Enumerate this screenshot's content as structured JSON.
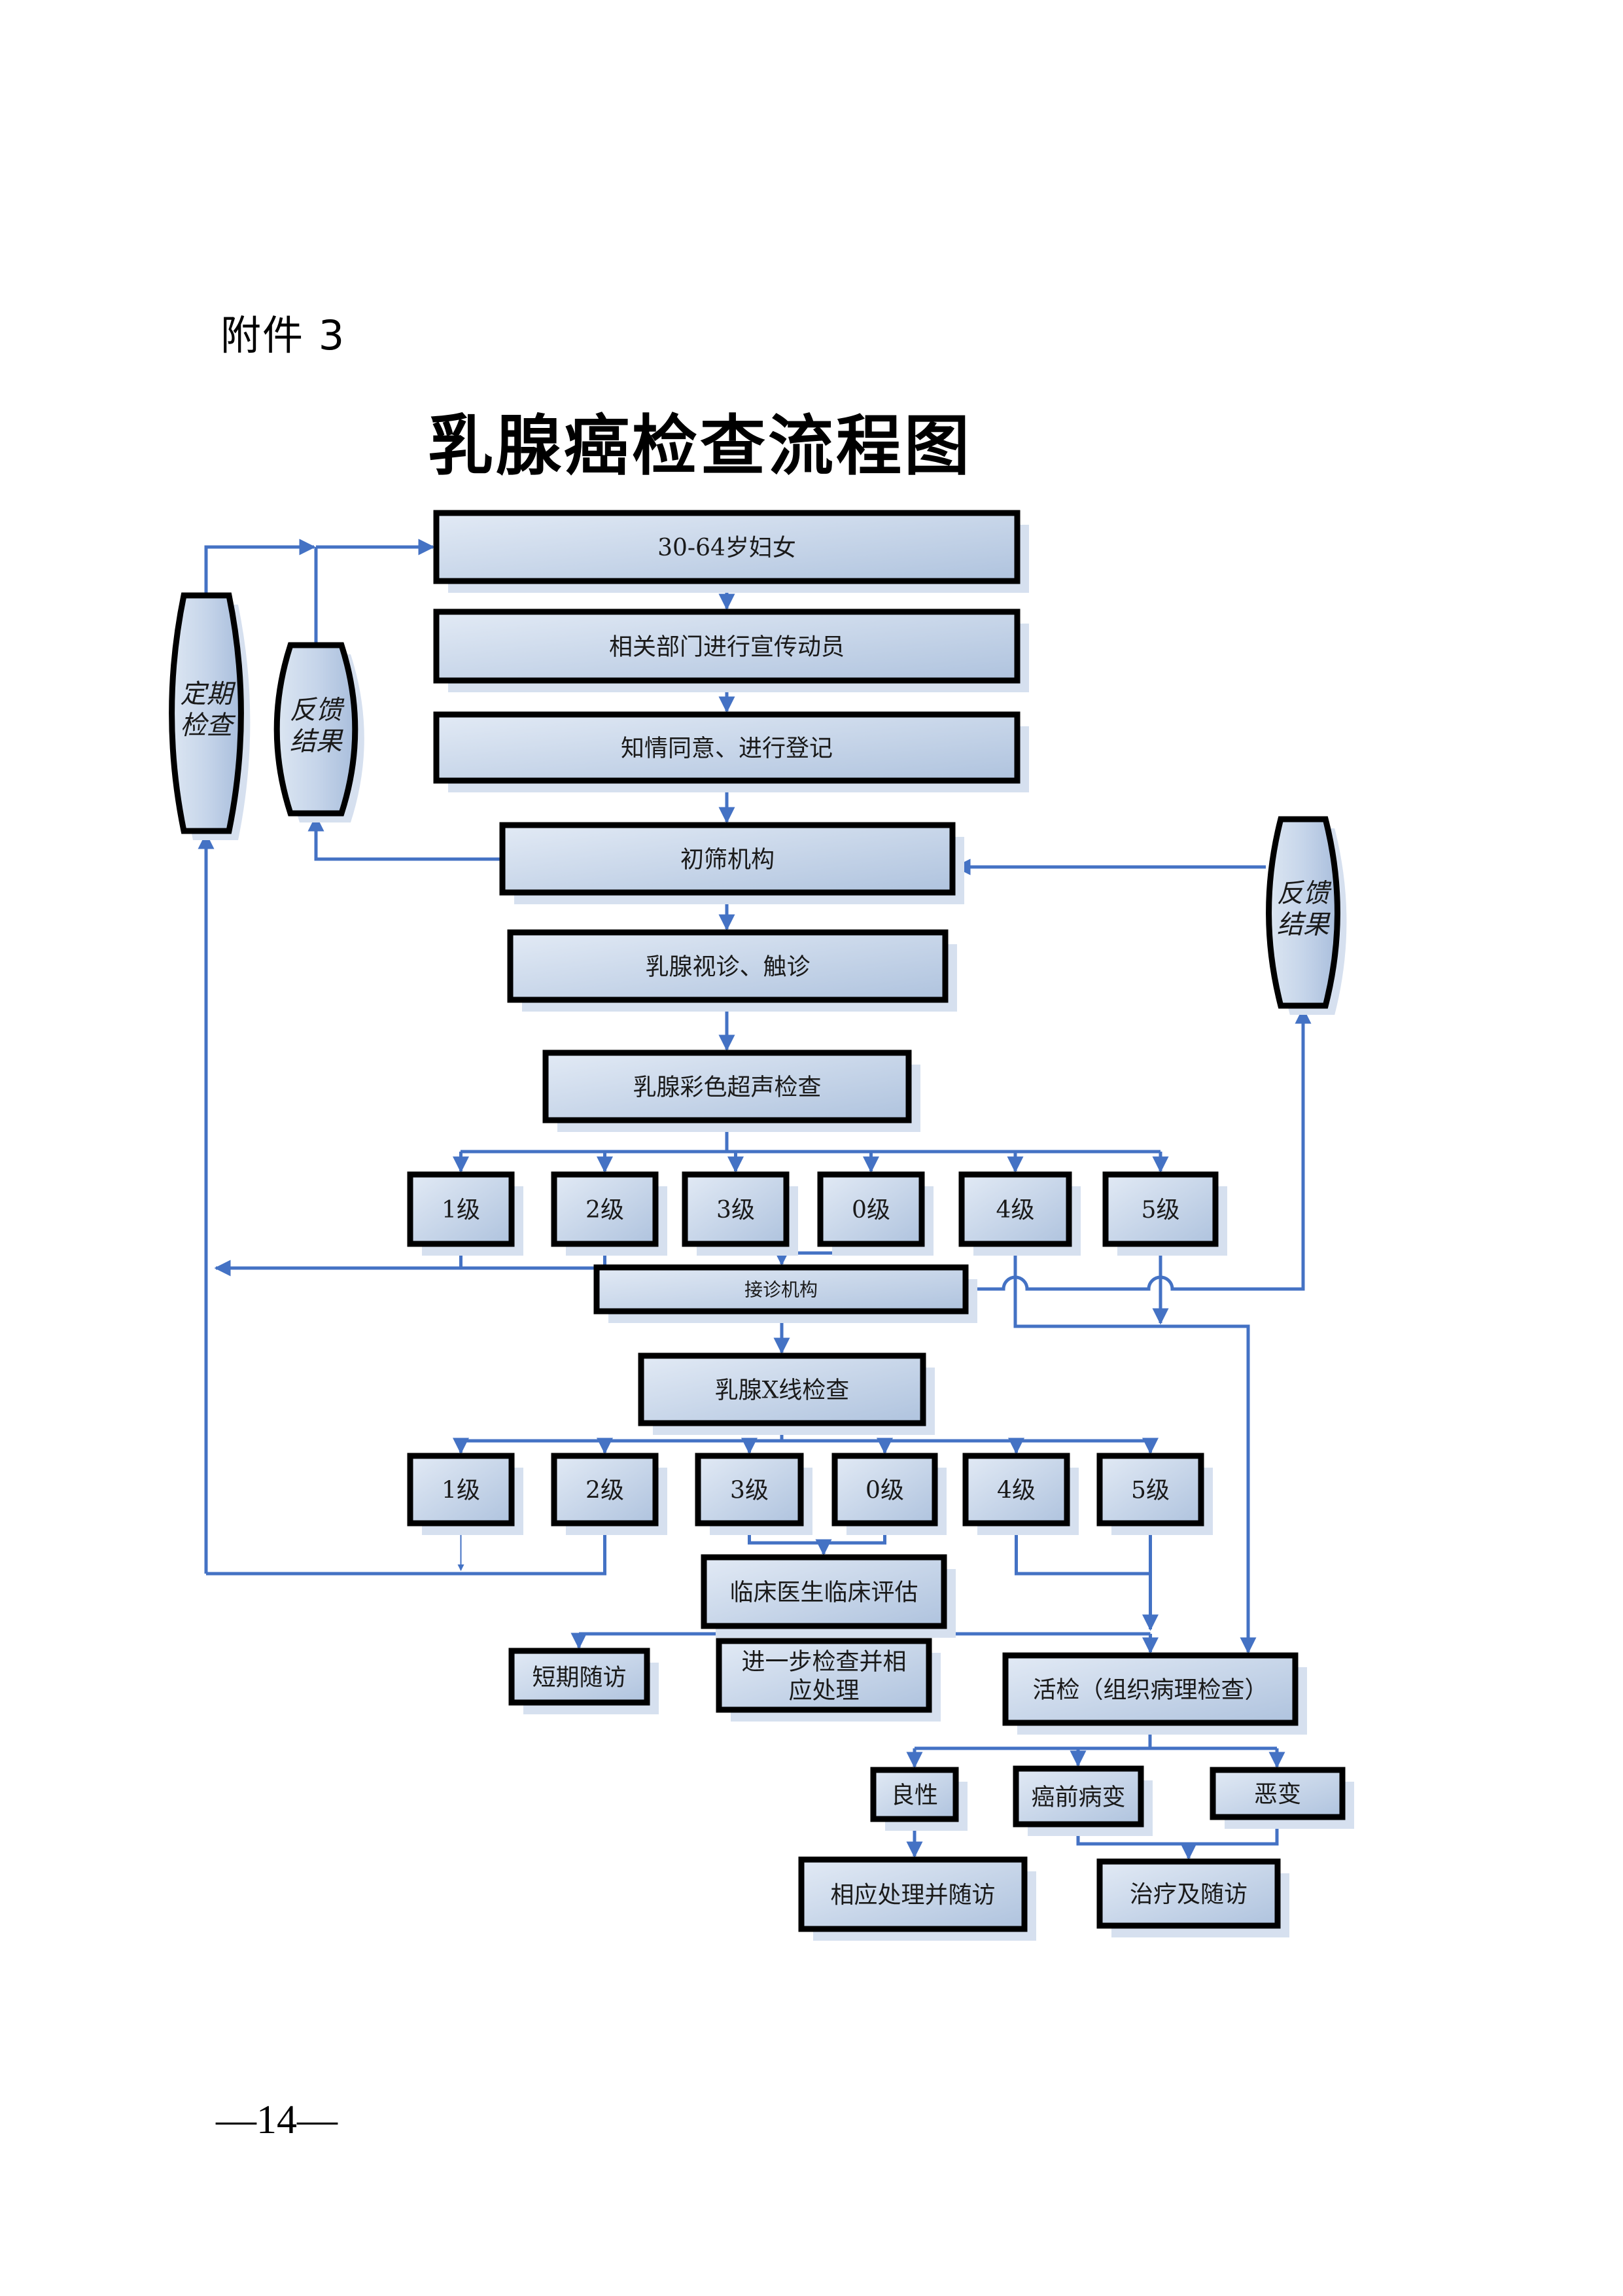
{
  "header": {
    "annex_label": "附件 3",
    "title": "乳腺癌检查流程图"
  },
  "footer": {
    "page_number": "—14—"
  },
  "colors": {
    "connector": "#4472C4",
    "box_border": "#000000",
    "box_fill_light": "#DCE6F2",
    "box_fill_dark": "#B4C7E0",
    "shadow": "#D6E0EF"
  },
  "flowchart": {
    "nodes": {
      "women": "30-64岁妇女",
      "mobilize": "相关部门进行宣传动员",
      "consent": "知情同意、进行登记",
      "screening_org": "初筛机构",
      "clinical_exam": "乳腺视诊、触诊",
      "ultrasound": "乳腺彩色超声检查",
      "referral_org": "接诊机构",
      "xray": "乳腺X线检查",
      "clinical_eval": "临床医生临床评估",
      "short_followup": "短期随访",
      "further_exam_l1": "进一步检查并相",
      "further_exam_l2": "应处理",
      "biopsy": "活检（组织病理检查）",
      "benign": "良性",
      "precancer": "癌前病变",
      "malignant": "恶变",
      "benign_action": "相应处理并随访",
      "treatment": "治疗及随访"
    },
    "ovals": {
      "regular_check_l1": "定期",
      "regular_check_l2": "检查",
      "feedback_left_l1": "反馈",
      "feedback_left_l2": "结果",
      "feedback_right_l1": "反馈",
      "feedback_right_l2": "结果"
    },
    "ultrasound_grades": [
      "1级",
      "2级",
      "3级",
      "0级",
      "4级",
      "5级"
    ],
    "xray_grades": [
      "1级",
      "2级",
      "3级",
      "0级",
      "4级",
      "5级"
    ]
  }
}
